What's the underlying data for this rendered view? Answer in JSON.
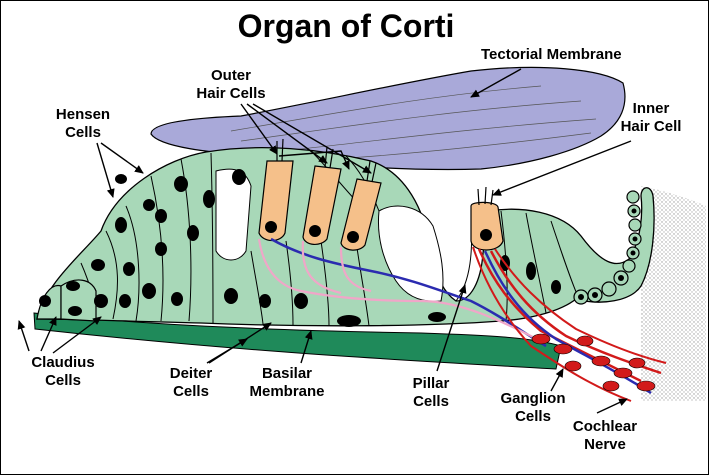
{
  "title": "Organ of Corti",
  "labels": {
    "tectorial_membrane": "Tectorial Membrane",
    "outer_hair_cells": [
      "Outer",
      "Hair Cells"
    ],
    "inner_hair_cell": [
      "Inner",
      "Hair Cell"
    ],
    "hensen_cells": [
      "Hensen",
      "Cells"
    ],
    "claudius_cells": [
      "Claudius",
      "Cells"
    ],
    "deiter_cells": [
      "Deiter",
      "Cells"
    ],
    "basilar_membrane": [
      "Basilar",
      "Membrane"
    ],
    "pillar_cells": [
      "Pillar",
      "Cells"
    ],
    "ganglion_cells": [
      "Ganglion",
      "Cells"
    ],
    "cochlear_nerve": [
      "Cochlear",
      "Nerve"
    ]
  },
  "colors": {
    "tissue": "#a8d8b8",
    "tectorial": "#a9a9d9",
    "basilar": "#1f8a5a",
    "hair_cell": "#f5c08a",
    "nerve_blue": "#2b2bb0",
    "nerve_red": "#d21a1a",
    "nerve_pink": "#f0a6c8"
  }
}
